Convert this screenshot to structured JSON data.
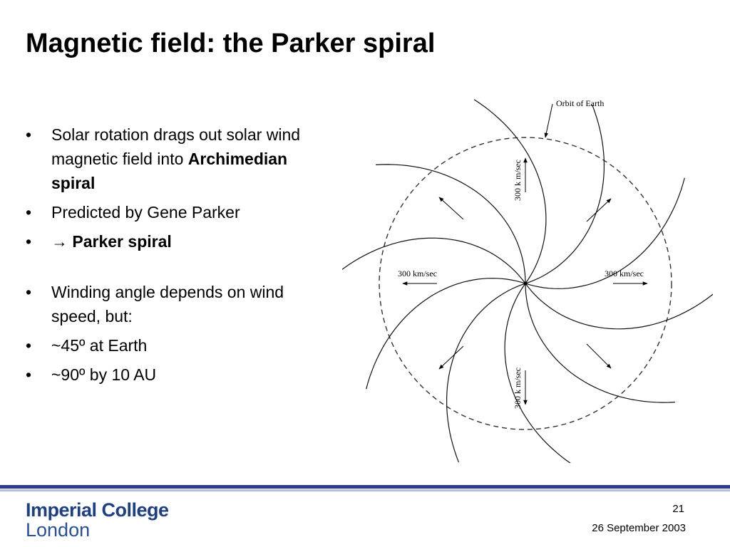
{
  "slide": {
    "title": "Magnetic field: the Parker spiral",
    "bullets": [
      {
        "text": "Solar rotation drags out solar wind magnetic field into",
        "bold": "Archimedian spiral"
      },
      {
        "text": "Predicted by Gene Parker"
      },
      {
        "arrow": "→",
        "bold": "Parker spiral"
      },
      {
        "text": "Winding angle depends on wind speed, but:"
      },
      {
        "text": "~45º at Earth"
      },
      {
        "text": "~90º by 10 AU"
      }
    ]
  },
  "diagram": {
    "orbit_label": "Orbit of Earth",
    "speed_labels": {
      "top": "300 k m/sec",
      "left": "300 km/sec",
      "right": "300 km/sec",
      "bottom": "300 k m/sec"
    },
    "spiral_arm_count": 10
  },
  "footer": {
    "logo_line1": "Imperial College",
    "logo_line2": "London",
    "page_number": "21",
    "date": "26 September 2003"
  },
  "colors": {
    "footer_bar": "#2e3a8c",
    "logo": "#1d3f85"
  }
}
